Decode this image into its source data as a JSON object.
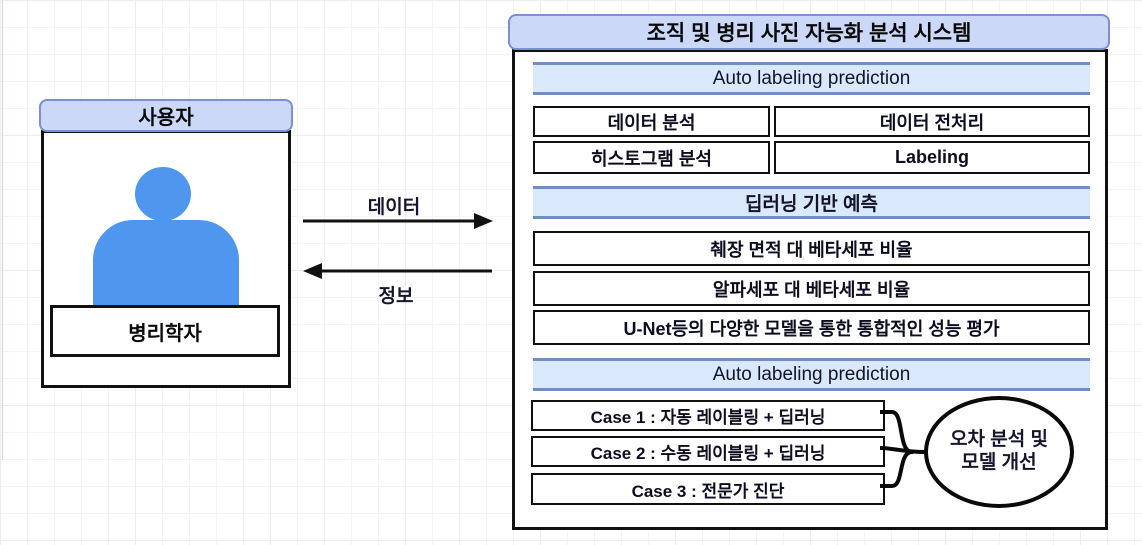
{
  "user_panel": {
    "title": "사용자",
    "role_label": "병리학자",
    "person_icon_color": "#4e96ee"
  },
  "flows": {
    "to_system_label": "데이터",
    "to_user_label": "정보"
  },
  "system_panel": {
    "title": "조직 및 병리 사진 자능화 분석 시스템",
    "sections": [
      {
        "header": "Auto labeling prediction",
        "boxes": [
          "데이터 분석",
          "데이터 전처리",
          "히스토그램 분석",
          "Labeling"
        ]
      },
      {
        "header": "딥러닝 기반 예측",
        "boxes": [
          "췌장 면적 대 베타세포 비율",
          "알파세포 대 베타세포 비율",
          "U-Net등의 다양한 모델을 통한 통합적인 성능 평가"
        ]
      },
      {
        "header": "Auto labeling prediction",
        "boxes": [
          "Case 1 : 자동 레이블링 + 딥러닝",
          "Case 2 : 수동 레이블링 + 딥러닝",
          "Case 3 : 전문가 진단"
        ]
      }
    ],
    "feedback": {
      "line1": "오차 분석 및",
      "line2": "모델 개선"
    }
  },
  "colors": {
    "header_fill": "#ccd8f7",
    "header_border": "#7b8fd2",
    "section_fill": "#dae8fc",
    "section_border": "#6f8fc4",
    "person_blue": "#4e96ee",
    "box_border": "#111111"
  }
}
